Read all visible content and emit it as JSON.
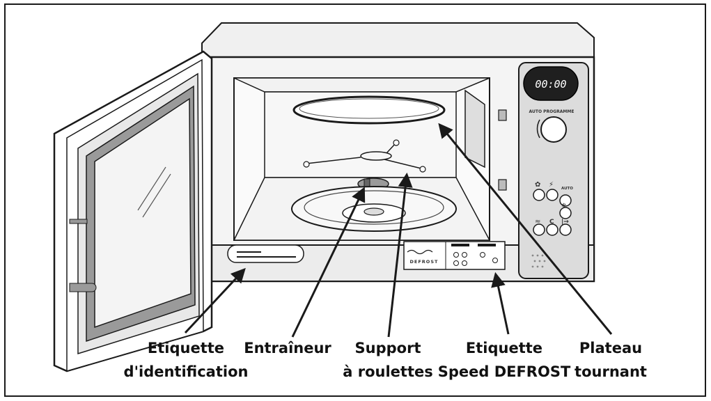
{
  "display": {
    "time": "00:00",
    "knob_label": "AUTO PROGRAMME",
    "auto_label": "AUTO",
    "c_label": "C",
    "arrow_label": "|→"
  },
  "sticker": {
    "text": "DEFROST"
  },
  "labels": {
    "identification": {
      "line1": "Etiquette",
      "line2": "d'identification"
    },
    "drive": {
      "line1": "Entraîneur"
    },
    "support": {
      "line1": "Support",
      "line2": "à roulettes"
    },
    "speed": {
      "line1": "Etiquette",
      "line2": "Speed DEFROST"
    },
    "plate": {
      "line1": "Plateau",
      "line2": "tournant"
    }
  },
  "colors": {
    "outline": "#1a1a1a",
    "panel": "#dcdcdc",
    "door_glass": "#9a9a9a",
    "display_bg": "#1f1f1f",
    "display_text": "#ffffff"
  }
}
